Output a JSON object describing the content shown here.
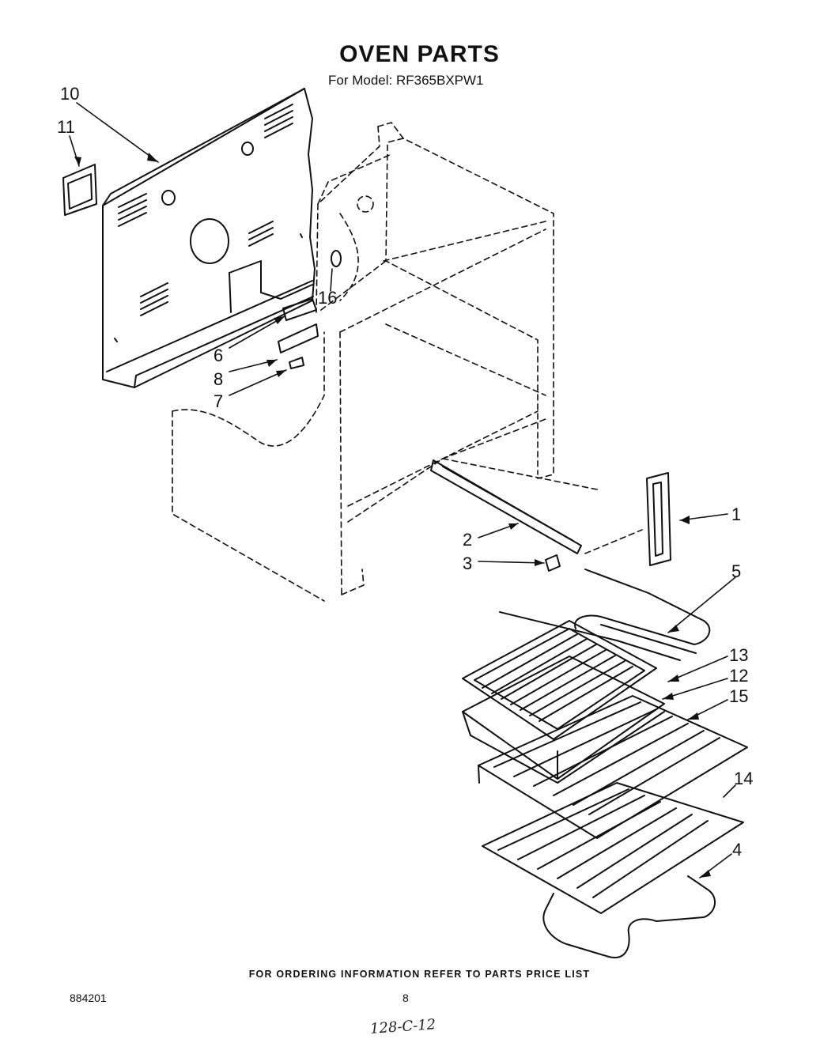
{
  "header": {
    "title": "OVEN PARTS",
    "model_line": "For Model: RF365BXPW1"
  },
  "callouts": {
    "c1": "1",
    "c2": "2",
    "c3": "3",
    "c4": "4",
    "c5": "5",
    "c6": "6",
    "c7": "7",
    "c8": "8",
    "c10": "10",
    "c11": "11",
    "c12": "12",
    "c13": "13",
    "c14": "14",
    "c15": "15",
    "c16": "16"
  },
  "footer": {
    "ordering_note": "FOR ORDERING INFORMATION REFER TO PARTS PRICE LIST",
    "doc_number": "884201",
    "page_number": "8",
    "handwritten_note": "128-C-12"
  }
}
